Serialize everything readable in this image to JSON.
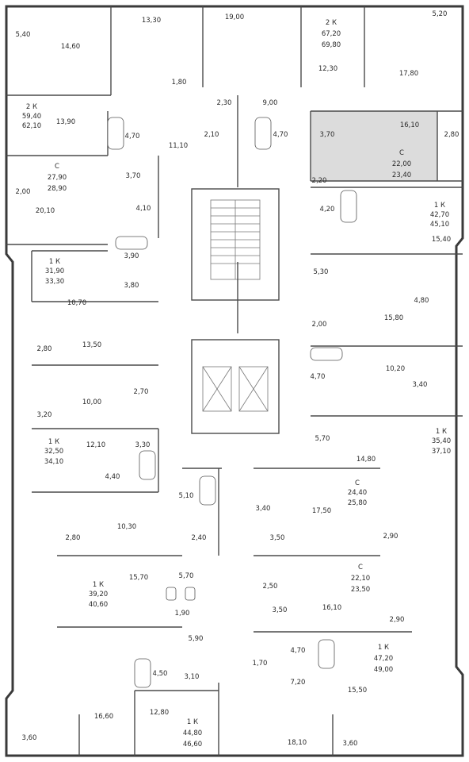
{
  "colors": {
    "highlight": "#dcdcdc",
    "wall": "#3a3a3a",
    "text": "#2a2a2a"
  },
  "apartments": [
    {
      "id": "apt-2k-top-left",
      "type": "2 К",
      "living": "59,40",
      "total": "62,10"
    },
    {
      "id": "apt-2k-top-right",
      "type": "2 К",
      "living": "67,20",
      "total": "69,80"
    },
    {
      "id": "apt-studio-left-1",
      "type": "С",
      "living": "27,90",
      "total": "28,90"
    },
    {
      "id": "apt-studio-hl",
      "type": "С",
      "living": "22,00",
      "total": "23,40"
    },
    {
      "id": "apt-1k-right-1",
      "type": "1 К",
      "living": "42,70",
      "total": "45,10"
    },
    {
      "id": "apt-1k-left-2",
      "type": "1 К",
      "living": "31,90",
      "total": "33,30"
    },
    {
      "id": "apt-1k-right-2",
      "type": "1 К",
      "living": "35,40",
      "total": "37,10"
    },
    {
      "id": "apt-1k-left-3",
      "type": "1 К",
      "living": "32,50",
      "total": "34,10"
    },
    {
      "id": "apt-studio-right-2",
      "type": "С",
      "living": "24,40",
      "total": "25,80"
    },
    {
      "id": "apt-studio-right-3",
      "type": "С",
      "living": "22,10",
      "total": "23,50"
    },
    {
      "id": "apt-1k-left-4",
      "type": "1 К",
      "living": "39,20",
      "total": "40,60"
    },
    {
      "id": "apt-1k-right-4",
      "type": "1 К",
      "living": "47,20",
      "total": "49,00"
    },
    {
      "id": "apt-1k-bottom",
      "type": "1 К",
      "living": "44,80",
      "total": "46,60"
    }
  ],
  "rooms": [
    "5,40",
    "14,60",
    "13,30",
    "19,00",
    "5,20",
    "12,30",
    "17,80",
    "1,80",
    "2,30",
    "9,00",
    "13,90",
    "4,70",
    "11,10",
    "2,10",
    "4,70",
    "3,70",
    "16,10",
    "2,80",
    "3,70",
    "2,20",
    "2,00",
    "20,10",
    "4,10",
    "4,20",
    "15,40",
    "3,90",
    "5,30",
    "3,80",
    "10,70",
    "4,80",
    "15,80",
    "2,00",
    "13,50",
    "2,80",
    "10,20",
    "4,70",
    "2,70",
    "3,40",
    "10,00",
    "3,20",
    "5,70",
    "12,10",
    "3,30",
    "14,80",
    "4,40",
    "5,10",
    "17,50",
    "3,40",
    "10,30",
    "3,50",
    "2,80",
    "2,40",
    "2,90",
    "15,70",
    "5,70",
    "2,50",
    "16,10",
    "3,50",
    "1,90",
    "2,90",
    "5,90",
    "1,70",
    "4,70",
    "7,20",
    "4,50",
    "3,10",
    "15,50",
    "16,60",
    "12,80",
    "3,60",
    "18,10",
    "3,60"
  ]
}
